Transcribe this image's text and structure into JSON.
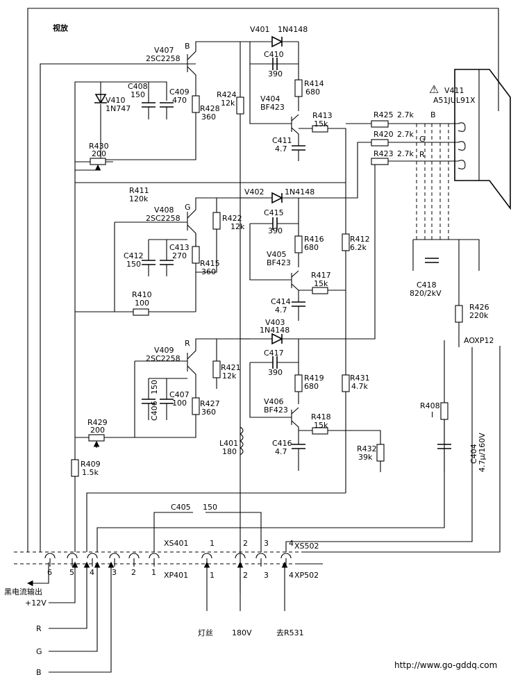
{
  "header": {
    "mode": "视放"
  },
  "crt": {
    "warning": "⚠",
    "ref": "V411",
    "type": "A51JUL91X",
    "pins": {
      "b": "B",
      "g": "G",
      "r": "R"
    }
  },
  "transistors": [
    {
      "ref": "V407",
      "type": "2SC2258",
      "tag": "B"
    },
    {
      "ref": "V408",
      "type": "2SC2258",
      "tag": "G"
    },
    {
      "ref": "V409",
      "type": "2SC2258",
      "tag": "R"
    },
    {
      "ref": "V404",
      "type": "BF423"
    },
    {
      "ref": "V405",
      "type": "BF423"
    },
    {
      "ref": "V406",
      "type": "BF423"
    }
  ],
  "diodes": [
    {
      "ref": "V401",
      "type": "1N4148"
    },
    {
      "ref": "V402",
      "type": "1N4148"
    },
    {
      "ref": "V403",
      "type": "1N4148"
    },
    {
      "ref": "V410",
      "type": "1N747"
    }
  ],
  "resistors": [
    {
      "ref": "R428",
      "value": "360"
    },
    {
      "ref": "R424",
      "value": "12k"
    },
    {
      "ref": "R414",
      "value": "680"
    },
    {
      "ref": "R413",
      "value": "15k"
    },
    {
      "ref": "R430",
      "value": "200"
    },
    {
      "ref": "R411",
      "value": "120k"
    },
    {
      "ref": "R425",
      "value": "2.7k"
    },
    {
      "ref": "R420",
      "value": "2.7k"
    },
    {
      "ref": "R423",
      "value": "2.7k"
    },
    {
      "ref": "R422",
      "value": "12k"
    },
    {
      "ref": "R416",
      "value": "680"
    },
    {
      "ref": "R415",
      "value": "360"
    },
    {
      "ref": "R417",
      "value": "15k"
    },
    {
      "ref": "R412",
      "value": "6.2k"
    },
    {
      "ref": "R410",
      "value": "100"
    },
    {
      "ref": "R421",
      "value": "12k"
    },
    {
      "ref": "R419",
      "value": "680"
    },
    {
      "ref": "R427",
      "value": "360"
    },
    {
      "ref": "R431",
      "value": "4.7k"
    },
    {
      "ref": "R418",
      "value": "15k"
    },
    {
      "ref": "R432",
      "value": "39k"
    },
    {
      "ref": "R429",
      "value": "200"
    },
    {
      "ref": "R409",
      "value": "1.5k"
    },
    {
      "ref": "R426",
      "value": "220k"
    },
    {
      "ref": "R408",
      "value": "I"
    }
  ],
  "capacitors": [
    {
      "ref": "C410",
      "value": "390"
    },
    {
      "ref": "C408",
      "value": "150"
    },
    {
      "ref": "C409",
      "value": "470"
    },
    {
      "ref": "C411",
      "value": "4.7"
    },
    {
      "ref": "C415",
      "value": "390"
    },
    {
      "ref": "C412",
      "value": "150"
    },
    {
      "ref": "C413",
      "value": "270"
    },
    {
      "ref": "C414",
      "value": "4.7"
    },
    {
      "ref": "C417",
      "value": "390"
    },
    {
      "ref": "C406",
      "value": "150"
    },
    {
      "ref": "C407",
      "value": "100"
    },
    {
      "ref": "C416",
      "value": "4.7"
    },
    {
      "ref": "C418",
      "value": "820/2kV"
    },
    {
      "ref": "C404",
      "value": "4.7μ/160V"
    },
    {
      "ref": "C405",
      "value": "150"
    }
  ],
  "inductor": {
    "ref": "L401",
    "value": "180"
  },
  "aoxp": "AOXP12",
  "connectors": {
    "xs401": "XS401",
    "xp401": "XP401",
    "xs502": "XS502",
    "xp502": "XP502",
    "upper_pins": [
      "6",
      "5",
      "4",
      "3",
      "2",
      "1"
    ],
    "lower_pins": [
      "1",
      "2",
      "3",
      "4"
    ]
  },
  "left_labels": {
    "black_current": "黑电流输出",
    "v12": "+12V",
    "r": "R",
    "g": "G",
    "b": "B"
  },
  "bottom_labels": {
    "filament": "灯丝",
    "v180": "180V",
    "to_r531": "去R531"
  },
  "watermark": "http://www.go-gddq.com"
}
